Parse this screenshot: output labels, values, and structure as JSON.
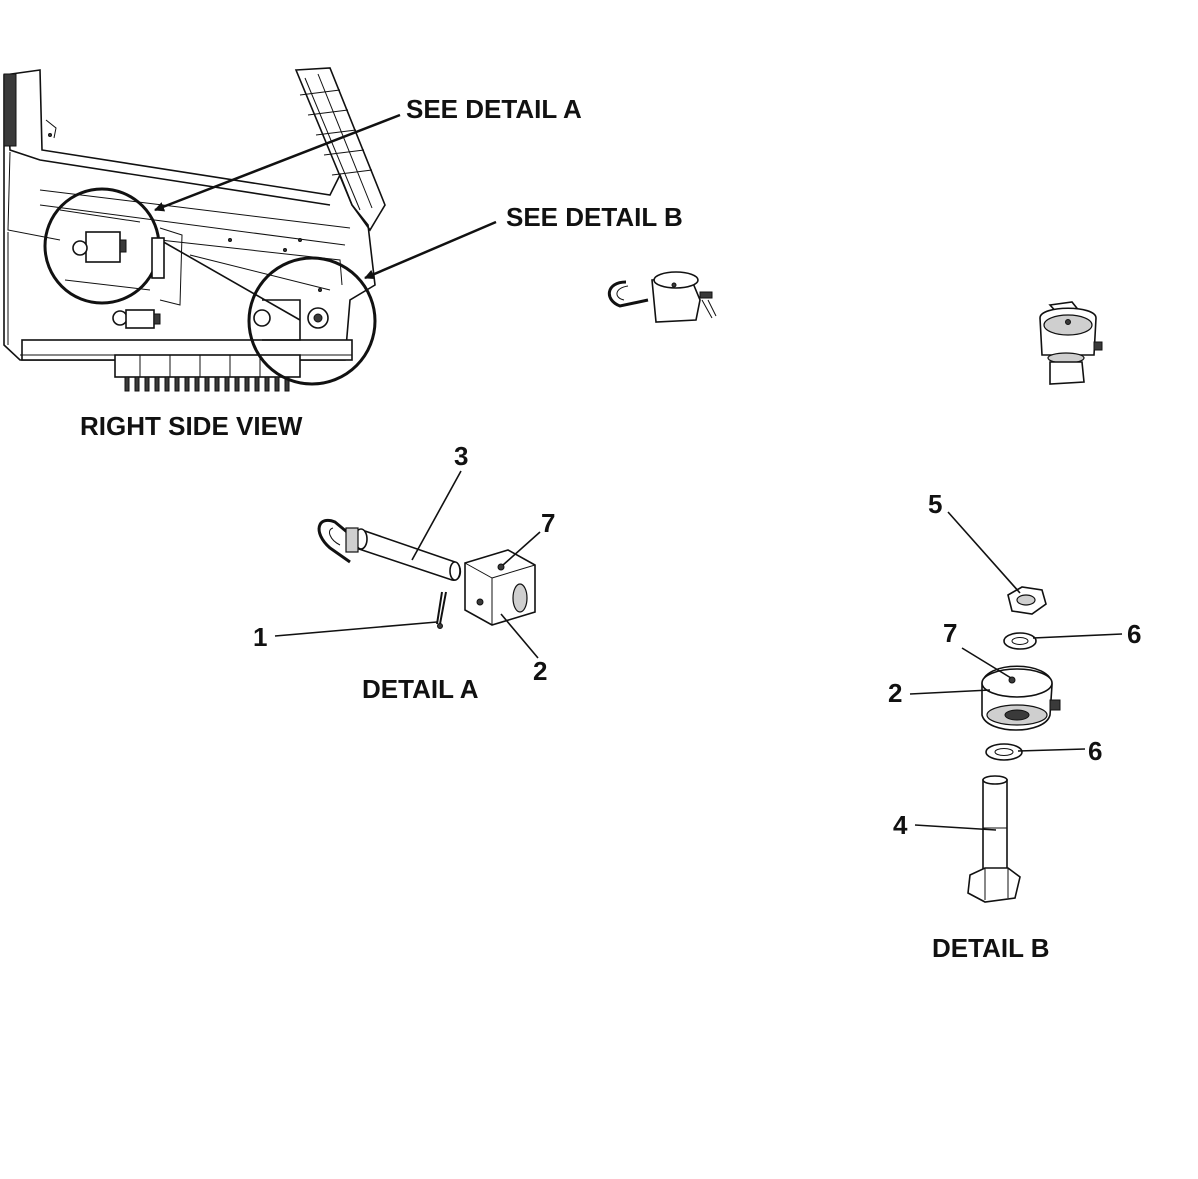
{
  "labels": {
    "see_detail_a": "SEE DETAIL A",
    "see_detail_b": "SEE DETAIL B",
    "right_side_view": "RIGHT SIDE VIEW",
    "detail_a": "DETAIL A",
    "detail_b": "DETAIL B"
  },
  "callouts": {
    "a_1": "1",
    "a_2": "2",
    "a_3": "3",
    "a_7": "7",
    "b_2": "2",
    "b_4": "4",
    "b_5": "5",
    "b_6_upper": "6",
    "b_6_lower": "6",
    "b_7": "7"
  }
}
